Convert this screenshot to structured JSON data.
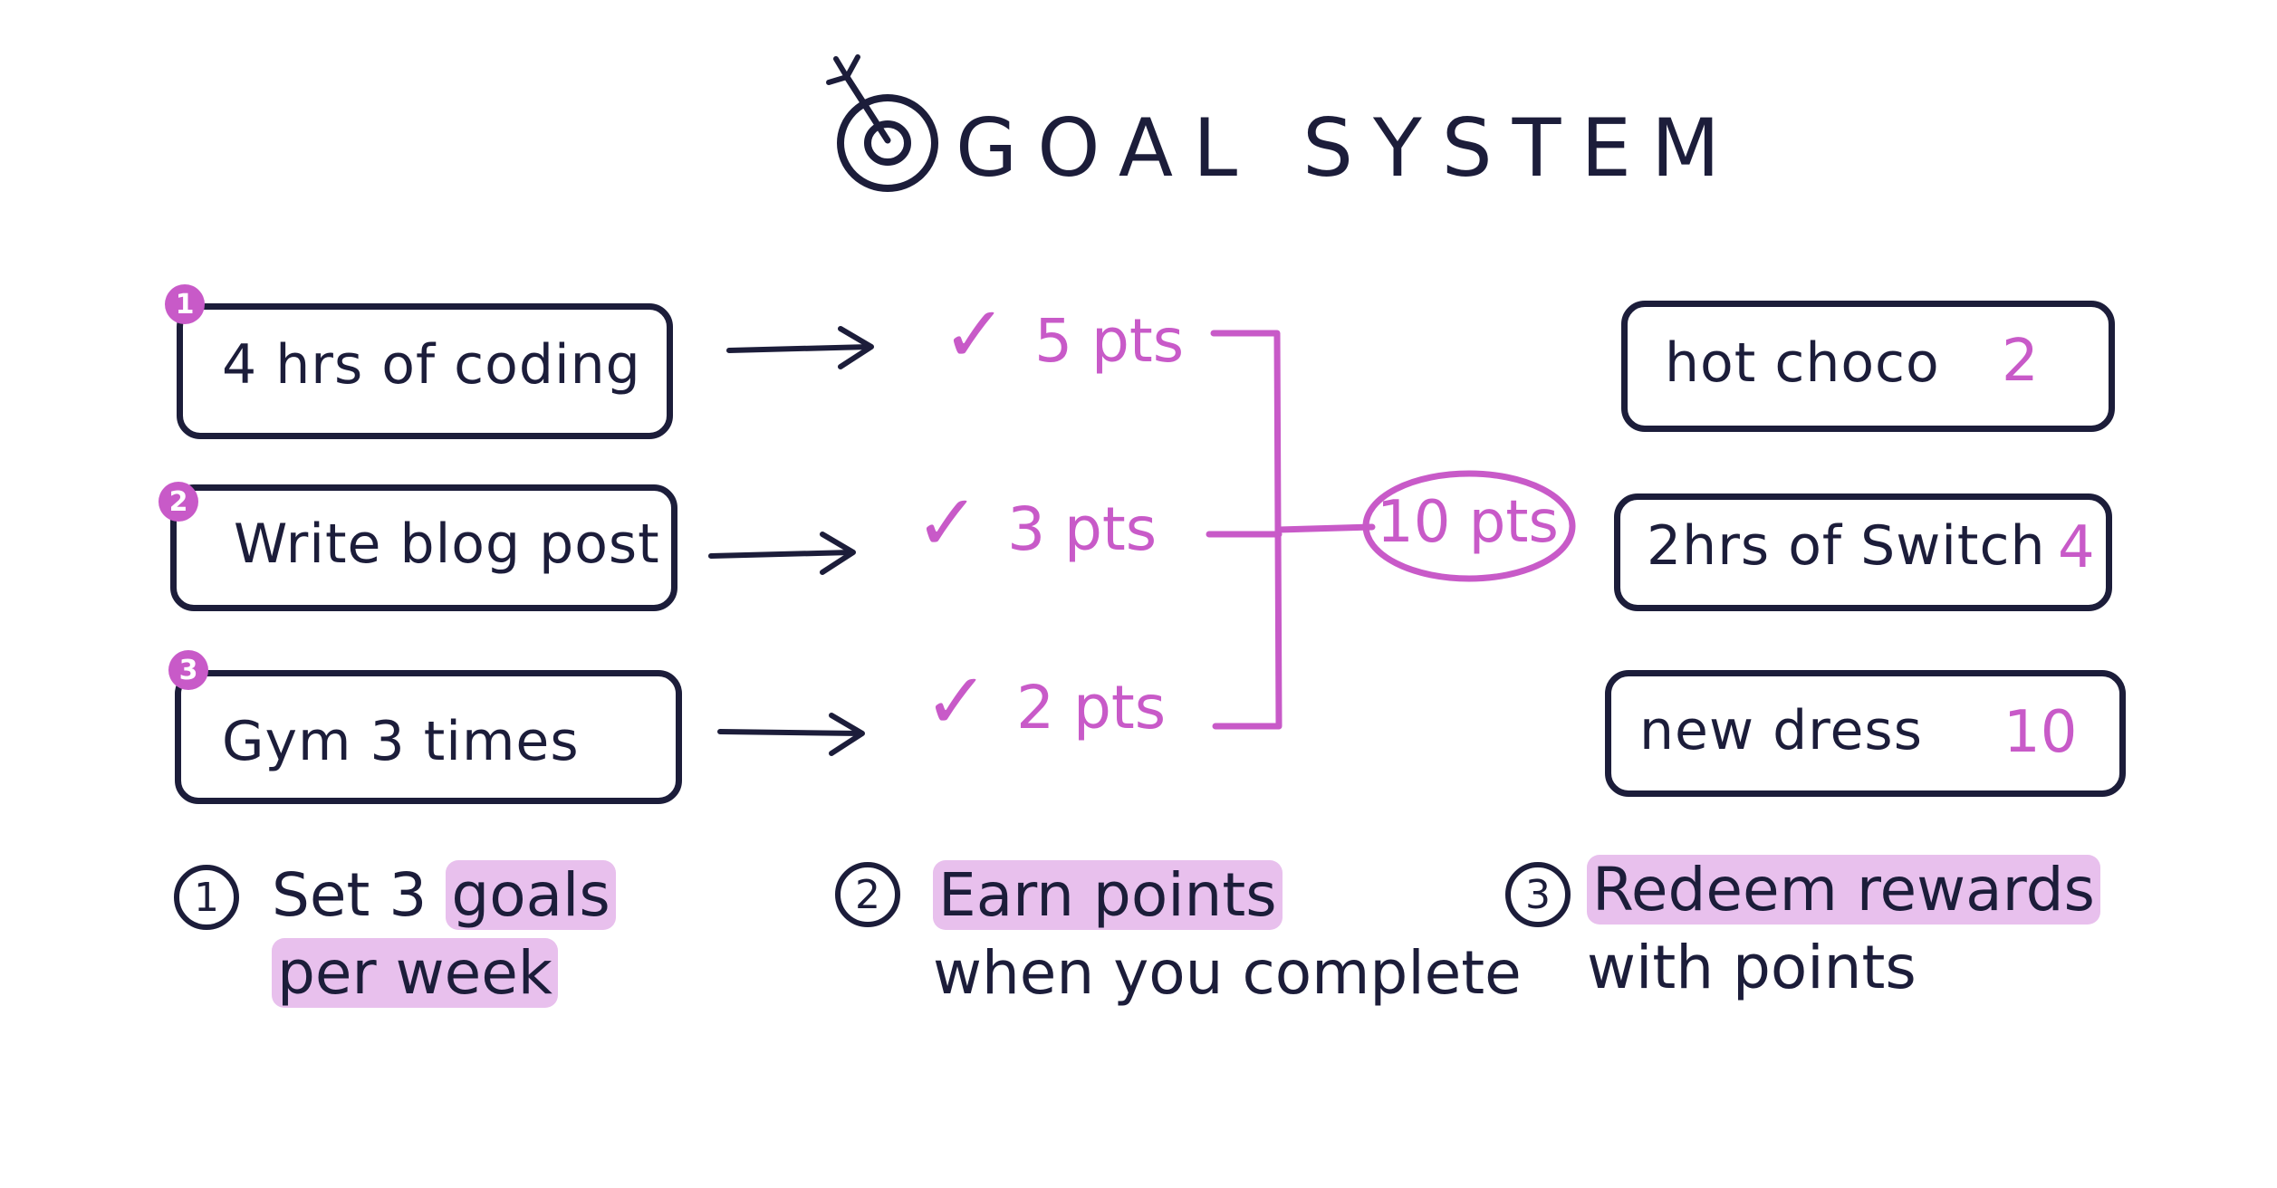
{
  "title": "GOAL SYSTEM",
  "icon": "target-icon",
  "colors": {
    "ink": "#1c1d3a",
    "accent": "#c85ac8",
    "highlight": "#d68cde"
  },
  "goals": [
    {
      "badge": "1",
      "label": "4 hrs of coding",
      "points": "5 pts"
    },
    {
      "badge": "2",
      "label": "Write blog post",
      "points": "3 pts"
    },
    {
      "badge": "3",
      "label": "Gym 3 times",
      "points": "2 pts"
    }
  ],
  "check_glyph": "✓",
  "total": "10 pts",
  "rewards": [
    {
      "label": "hot choco",
      "cost": "2"
    },
    {
      "label": "2hrs of Switch",
      "cost": "4"
    },
    {
      "label": "new dress",
      "cost": "10"
    }
  ],
  "steps": [
    {
      "num": "1",
      "line1_plain": "Set 3 ",
      "line1_highlight": "goals",
      "line2_highlight": "per week",
      "line2_plain": ""
    },
    {
      "num": "2",
      "line1_plain": "",
      "line1_highlight": "Earn points",
      "line2_highlight": "",
      "line2_plain": "when you complete"
    },
    {
      "num": "3",
      "line1_plain": "",
      "line1_highlight": "Redeem rewards",
      "line2_highlight": "",
      "line2_plain": "with points"
    }
  ]
}
